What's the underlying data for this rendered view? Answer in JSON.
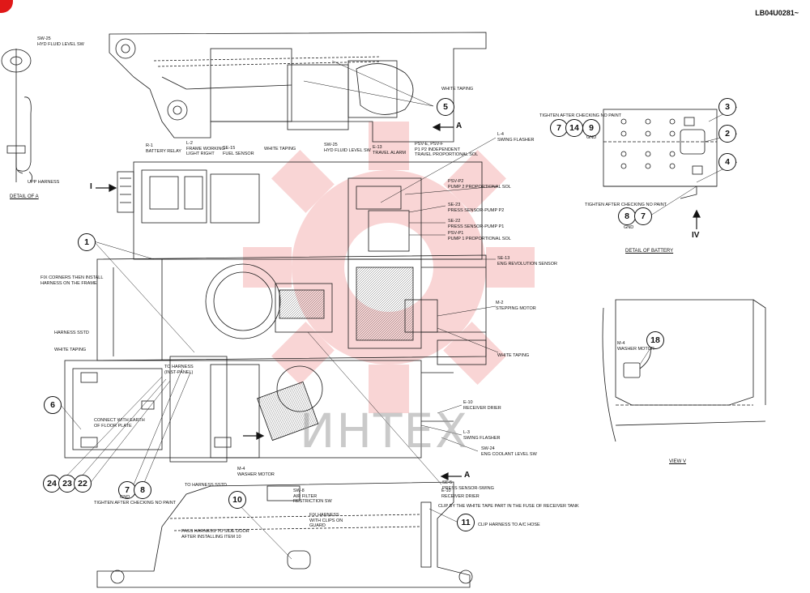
{
  "document_id": "LB04U0281~",
  "watermark": "ИНТЕХ",
  "titles": {
    "detail_a": "DETAIL OF A",
    "detail_battery": "DETAIL OF BATTERY",
    "view_v": "VIEW V"
  },
  "section_markers": {
    "a_top": "A",
    "a_bottom": "A",
    "left_i": "I",
    "right_iv": "IV"
  },
  "callouts": {
    "c1": "1",
    "c2": "2",
    "c3": "3",
    "c4": "4",
    "c5": "5",
    "c6": "6",
    "c7a": "7",
    "c8a": "8",
    "c7b": "7",
    "c14": "14",
    "c9": "9",
    "c8b": "8",
    "c7c": "7",
    "c10": "10",
    "c11": "11",
    "c18": "18",
    "c24": "24",
    "c23": "23",
    "c22": "22"
  },
  "labels": {
    "sw25_left": "SW-25\nHYD FLUID LEVEL SW",
    "upp_harness": "UPP HARNESS",
    "white_taping_top": "WHITE TAPING",
    "r1": "R-1\nBATTERY RELAY",
    "l2": "L-2\nFRAME WORKING\nLIGHT RIGHT",
    "se15": "SE-15\nFUEL SENSOR",
    "white_taping_mid": "WHITE TAPING",
    "sw25_mid": "SW-25\nHYD FLUID LEVEL SW",
    "e13": "E-13\nTRAVEL ALARM",
    "psv": "PSV-E, PSV-F\nP1 P2 INDEPENDENT\nTRAVEL PROPORTIONAL SOL",
    "l4": "L-4\nSWING FLASHER",
    "psv_p2": "PSV-P2\nPUMP 2 PROPORTIONAL SOL",
    "se23": "SE-23\nPRESS SENSOR-PUMP P2",
    "se22": "SE-22\nPRESS SENSOR-PUMP P1",
    "psv_p1": "PSV-P1\nPUMP 1 PROPORTIONAL SOL",
    "se13": "SE-13\nENG REVOLUTION SENSOR",
    "fix_corners": "FIX CORNERS THEN INSTALL\nHARNESS ON THE FRAME",
    "m2": "M-2\nSTEPPING MOTOR",
    "harness_sstd": "HARNESS SSTD",
    "white_taping_left": "WHITE TAPING",
    "to_harness_inst": "TO HARNESS\n(INST-PANEL)",
    "white_taping_right": "WHITE TAPING",
    "e10_mid": "E-10\nRECEIVER DRIER",
    "connect_earth": "CONNECT WITH EARTH\nOF FLOOR PLATE",
    "l3": "L-3\nSWING FLASHER",
    "sw24": "SW-24\nENG COOLANT LEVEL SW",
    "m4_bottom": "M-4\nWASHER MOTOR",
    "se5": "SE-5\nPRESS SENSOR-SWING",
    "gnd_bottom": "GND",
    "tighten_bottom": "TIGHTEN AFTER CHECKING NO PAINT",
    "to_harness_sstd": "TO HARNESS SSTD",
    "sw8": "SW-8\nAIR FILTER\nRESTRICTION SW",
    "e10_bottom": "E-10\nRECEIVER DRIER",
    "clip_tape": "CLIP BY THE WHITE TAPE PART IN THE FUSE OF RECEIVER TANK",
    "fix_harness_clips": "FIX HARNESS\nWITH CLIPS ON\nGUARD",
    "pass_harness": "PASS HARNESS TO SIDE DOOR\nAFTER INSTALLING ITEM 10",
    "clip_ac": "CLIP HARNESS TO A/C HOSE",
    "tighten_top_right": "TIGHTEN AFTER CHECKING NO PAINT",
    "gnd_top_right": "GND",
    "tighten_mid_right": "TIGHTEN AFTER CHECKING NO PAINT",
    "gnd_mid_right": "GND",
    "m4_right": "M-4\nWASHER MOTOR"
  }
}
